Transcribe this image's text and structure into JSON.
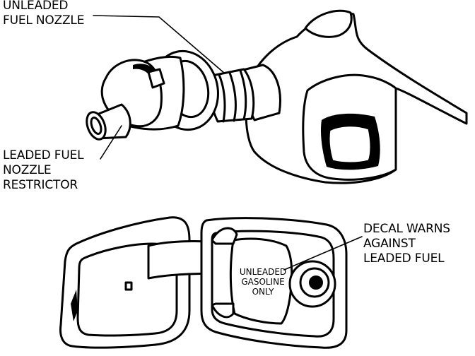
{
  "labels": {
    "unleaded_nozzle": [
      "UNLEADED",
      "FUEL NOZZLE"
    ],
    "restrictor": [
      "LEADED FUEL",
      "NOZZLE",
      "RESTRICTOR"
    ],
    "decal_warning": [
      "DECAL WARNS",
      "AGAINST",
      "LEADED FUEL"
    ]
  },
  "decal": {
    "lines": [
      "UNLEADED",
      "GASOLINE",
      "ONLY"
    ]
  }
}
